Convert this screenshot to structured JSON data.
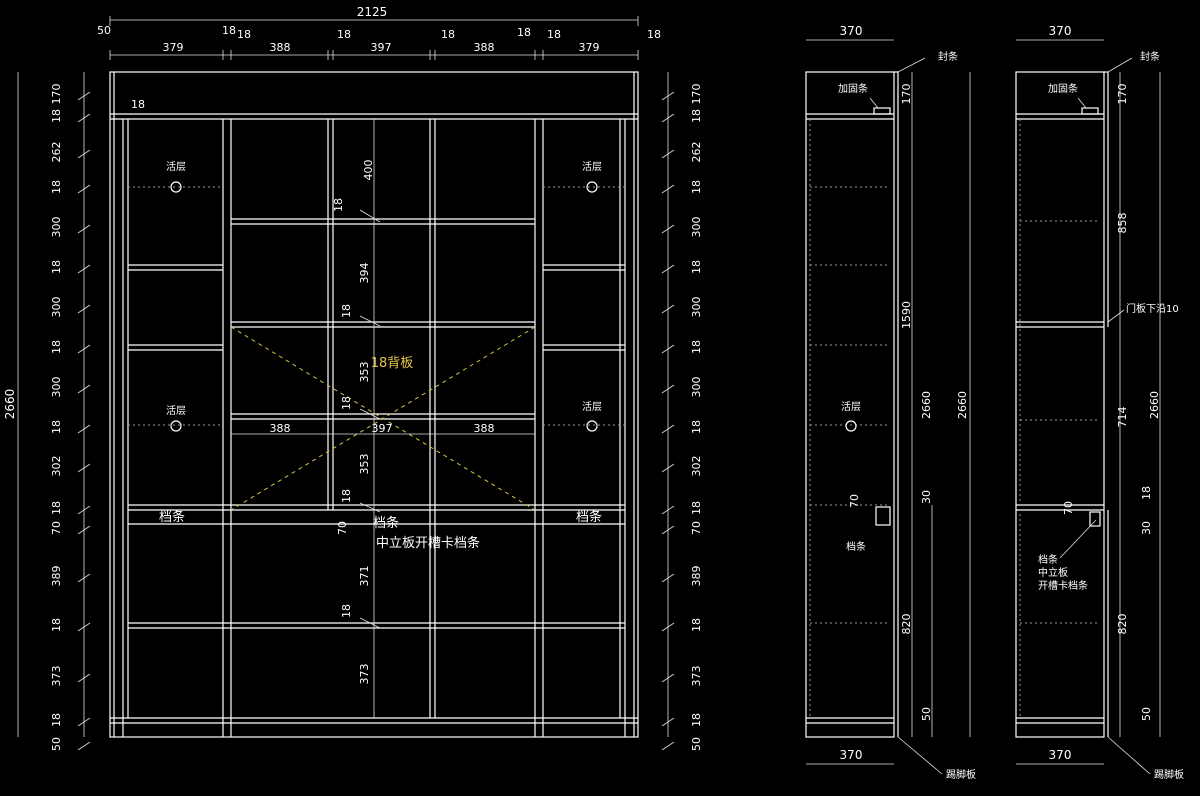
{
  "front": {
    "overall_width": "2125",
    "top_dims": [
      "50",
      "18",
      "18",
      "18",
      "18",
      "18",
      "18"
    ],
    "col_widths": [
      "379",
      "388",
      "397",
      "388",
      "379"
    ],
    "overall_height": "2660",
    "left_heights": [
      "170",
      "18",
      "262",
      "18",
      "300",
      "18",
      "300",
      "18",
      "300",
      "18",
      "302",
      "18",
      "70",
      "389",
      "18",
      "373",
      "18",
      "50"
    ],
    "right_heights": [
      "170",
      "18",
      "262",
      "18",
      "300",
      "18",
      "300",
      "18",
      "300",
      "18",
      "302",
      "18",
      "70",
      "389",
      "18",
      "373",
      "18",
      "50"
    ],
    "inner": {
      "d400": "400",
      "d394": "394",
      "d353a": "353",
      "d353b": "353",
      "d371": "371",
      "d373": "373",
      "t18a": "18",
      "t18b": "18",
      "t18c": "18",
      "t18d": "18",
      "t18e": "18",
      "t18top": "18",
      "w388a": "388",
      "w397": "397",
      "w388b": "388",
      "t70": "70"
    },
    "labels": {
      "shelf": "活层",
      "back_panel": "18背板",
      "stop_strip": "档条",
      "slot_note": "中立板开槽卡档条"
    }
  },
  "side1": {
    "depth_top": "370",
    "depth_bottom": "370",
    "seal": "封条",
    "reinforce": "加固条",
    "shelf": "活层",
    "stop_strip": "档条",
    "toe_kick": "踢脚板",
    "h170": "170",
    "h1590": "1590",
    "h2660a": "2660",
    "h2660b": "2660",
    "h30": "30",
    "h70": "70",
    "h820": "820",
    "h50": "50"
  },
  "side2": {
    "depth_top": "370",
    "depth_bottom": "370",
    "seal": "封条",
    "reinforce": "加固条",
    "door_note": "门板下沿10",
    "note_line1": "档条",
    "note_line2": "中立板",
    "note_line3": "开槽卡档条",
    "toe_kick": "踢脚板",
    "h170": "170",
    "h858": "858",
    "h2660": "2660",
    "h714": "714",
    "h18": "18",
    "h30": "30",
    "h70": "70",
    "h820": "820",
    "h50": "50"
  }
}
